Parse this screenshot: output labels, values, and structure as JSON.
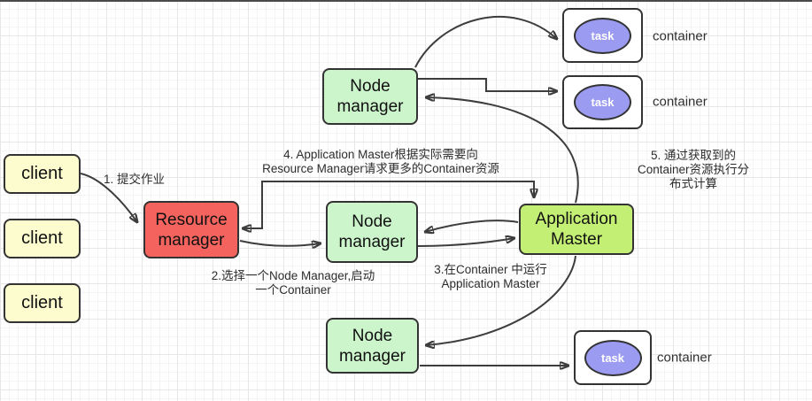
{
  "nodes": {
    "client_1": {
      "label": "client"
    },
    "client_2": {
      "label": "client"
    },
    "client_3": {
      "label": "client"
    },
    "resource_manager": {
      "label": "Resource\nmanager"
    },
    "node_manager_top": {
      "label": "Node\nmanager"
    },
    "node_manager_mid": {
      "label": "Node\nmanager"
    },
    "node_manager_bottom": {
      "label": "Node\nmanager"
    },
    "application_master": {
      "label": "Application\nMaster"
    }
  },
  "containers": [
    {
      "task_label": "task",
      "container_label": "container"
    },
    {
      "task_label": "task",
      "container_label": "container"
    },
    {
      "task_label": "task",
      "container_label": "container"
    }
  ],
  "annotations": {
    "step1": "1. 提交作业",
    "step2": "2.选择一个Node Manager,启动\n一个Container",
    "step3": "3.在Container 中运行\nApplication Master",
    "step4": "4. Application Master根据实际需要向\nResource Manager请求更多的Container资源",
    "step5": "5. 通过获取到的Container资源执行分布式计算"
  },
  "edges": [
    {
      "from": "client_1",
      "to": "resource_manager",
      "step": "1"
    },
    {
      "from": "resource_manager",
      "to": "node_manager_mid",
      "step": "2"
    },
    {
      "from": "node_manager_mid",
      "to": "application_master",
      "step": "3"
    },
    {
      "from": "application_master",
      "to": "node_manager_mid"
    },
    {
      "from": "application_master",
      "to": "resource_manager",
      "step": "4",
      "bidirectional": true
    },
    {
      "from": "application_master",
      "to": "node_manager_top"
    },
    {
      "from": "application_master",
      "to": "node_manager_bottom"
    },
    {
      "from": "node_manager_top",
      "to": "container_1",
      "step": "5"
    },
    {
      "from": "node_manager_top",
      "to": "container_2",
      "step": "5"
    },
    {
      "from": "node_manager_bottom",
      "to": "container_3",
      "step": "5"
    }
  ],
  "colors": {
    "client_fill": "#FCFCCF",
    "resource_manager_fill": "#F4635D",
    "node_manager_fill": "#CDF5CC",
    "application_master_fill": "#C4EF75",
    "task_fill": "#9B9BF1",
    "container_fill": "#FFFFFF",
    "border": "#333333",
    "arrow": "#3D3D3D"
  }
}
